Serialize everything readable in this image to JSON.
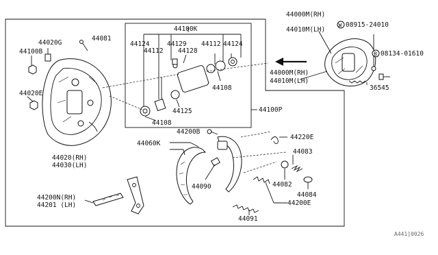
{
  "diagram": {
    "labels": {
      "assembly_rh": "44000M(RH)",
      "assembly_lh": "44010M(LH)",
      "washer_part": "08915-24010",
      "bolt_part": "08134-01610",
      "spring_36545": "36545",
      "assembly_rh_2": "44000M(RH)",
      "assembly_lh_2": "44010M(LH)",
      "plate_44020g": "44020G",
      "bolt_44081": "44081",
      "nut_44100b": "44100B",
      "bolt_44020e": "44020E",
      "plate_rh": "44020(RH)",
      "plate_lh": "44030(LH)",
      "cyl_kit": "44100K",
      "kit_44124_left": "44124",
      "kit_44129": "44129",
      "kit_44112_left": "44112",
      "kit_44128": "44128",
      "kit_44112_right": "44112",
      "kit_44124_right": "44124",
      "kit_44108_right": "44108",
      "kit_44125": "44125",
      "kit_44108_bottom": "44108",
      "cyl_assy": "44100P",
      "shoe_kit": "44060K",
      "pin_44200b": "44200B",
      "spring_44220e": "44220E",
      "spring_44083": "44083",
      "spring_44090": "44090",
      "cup_44082": "44082",
      "retainer_44084": "44084",
      "spring_44200e": "44200E",
      "spring_44091": "44091",
      "lever_rh": "44200N(RH)",
      "lever_lh": "44201 (LH)",
      "diagram_code": "A441]0026"
    },
    "circle_markers": {
      "washer_marker": "W",
      "bolt_marker": "B"
    }
  }
}
